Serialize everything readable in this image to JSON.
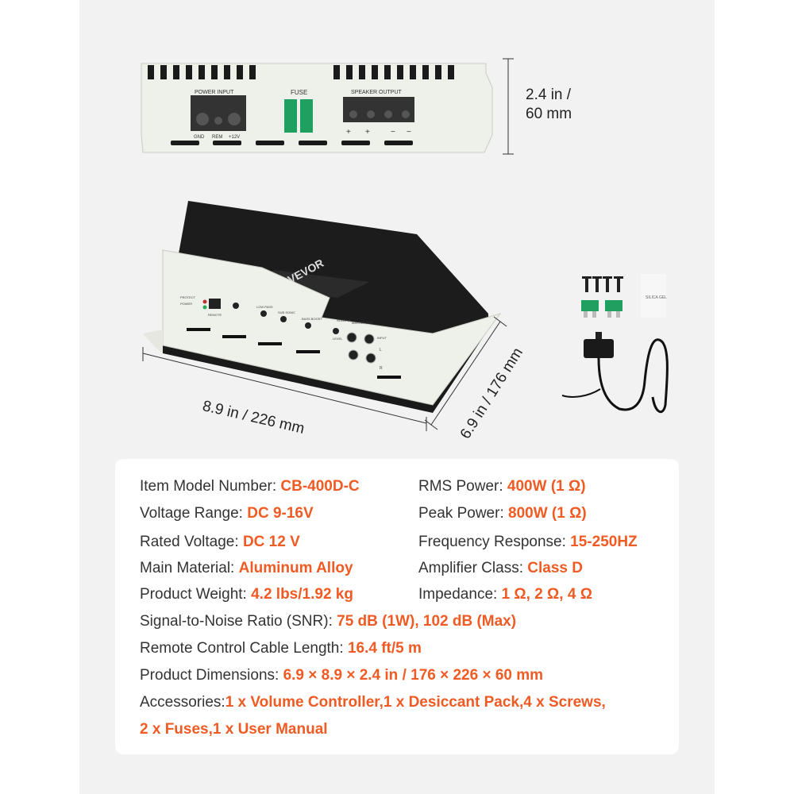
{
  "colors": {
    "accent": "#f05a23",
    "panel": "#f2f2f2",
    "card": "#ffffff"
  },
  "side_view": {
    "labels": {
      "power_input": "POWER   INPUT",
      "fuse": "FUSE",
      "speaker_output": "SPEAKER   OUTPUT",
      "gnd": "GND",
      "rem": "REM",
      "plus12v": "+12V",
      "polarity": [
        "+",
        "+",
        "−",
        "−"
      ]
    },
    "height_dim": {
      "line1": "2.4 in /",
      "line2": "60 mm"
    }
  },
  "main_view": {
    "brand": "VEVOR",
    "panel_labels": {
      "protect": "PROTECT",
      "power": "POWER",
      "remote": "REMOTE",
      "low_pass": "LOW PASS",
      "sub_sonic": "SUB SONIC",
      "bass_boost": "BASS BOOST",
      "level": "LEVEL",
      "slave_in": "SLAVE IN",
      "master_out": "MASTER OUT",
      "input": "INPUT",
      "l": "L",
      "r": "R"
    },
    "width_dim": "8.9 in / 226 mm",
    "depth_dim": "6.9 in / 176 mm"
  },
  "accessories_image": {
    "desiccant_text": "SILICA GEL"
  },
  "specs": {
    "left": [
      {
        "label": "Item Model Number: ",
        "value": "CB-400D-C"
      },
      {
        "label": "Voltage Range: ",
        "value": "DC 9-16V"
      },
      {
        "label": "Rated Voltage: ",
        "value": "DC 12 V"
      },
      {
        "label": "Main Material: ",
        "value": "Aluminum Alloy"
      },
      {
        "label": "Product Weight: ",
        "value": "4.2 lbs/1.92 kg"
      }
    ],
    "right": [
      {
        "label": "RMS Power: ",
        "value": "400W (1 Ω)"
      },
      {
        "label": "Peak Power: ",
        "value": "800W (1 Ω)"
      },
      {
        "label": "Frequency Response: ",
        "value": "15-250HZ"
      },
      {
        "label": "Amplifier Class: ",
        "value": "Class D"
      },
      {
        "label": "Impedance: ",
        "value": "1 Ω, 2 Ω, 4 Ω"
      }
    ],
    "full": [
      {
        "label": "Signal-to-Noise Ratio (SNR): ",
        "value": "75 dB (1W), 102 dB (Max)"
      },
      {
        "label": "Remote Control Cable Length: ",
        "value": "16.4 ft/5 m"
      },
      {
        "label": "Product Dimensions: ",
        "value": "6.9 × 8.9 × 2.4 in / 176 × 226 × 60 mm"
      },
      {
        "label": "Accessories:",
        "value": "1 x Volume Controller,1 x Desiccant Pack,4 x Screws,"
      },
      {
        "label": "",
        "value": "2 x Fuses,1 x User Manual"
      }
    ]
  }
}
